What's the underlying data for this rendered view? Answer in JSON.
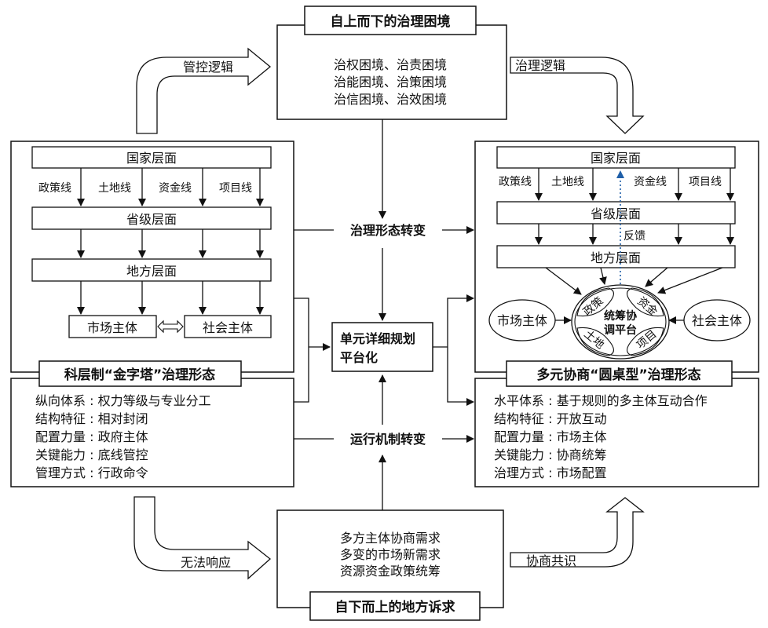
{
  "top_box": {
    "title": "自上而下的治理困境",
    "lines": [
      "治权困境、治责困境",
      "治能困境、治策困境",
      "治信困境、治效困境"
    ]
  },
  "bottom_box": {
    "title": "自下而上的地方诉求",
    "lines": [
      "多方主体协商需求",
      "多变的市场新需求",
      "资源资金政策统筹"
    ]
  },
  "arrows": {
    "control_logic": "管控逻辑",
    "governance_logic": "治理逻辑",
    "no_response": "无法响应",
    "consensus": "协商共识"
  },
  "center": {
    "form_change": "治理形态转变",
    "mechanism_change": "运行机制转变",
    "platform_line1": "单元详细规划",
    "platform_line2": "平台化"
  },
  "left_panel": {
    "national": "国家层面",
    "provincial": "省级层面",
    "local": "地方层面",
    "lines": [
      "政策线",
      "土地线",
      "资金线",
      "项目线"
    ],
    "market": "市场主体",
    "society": "社会主体",
    "title": "科层制“金字塔”治理形态",
    "features": [
      {
        "key": "纵向体系",
        "value": "权力等级与专业分工"
      },
      {
        "key": "结构特征",
        "value": "相对封闭"
      },
      {
        "key": "配置力量",
        "value": "政府主体"
      },
      {
        "key": "关键能力",
        "value": "底线管控"
      },
      {
        "key": "管理方式",
        "value": "行政命令"
      }
    ]
  },
  "right_panel": {
    "national": "国家层面",
    "provincial": "省级层面",
    "local": "地方层面",
    "lines": [
      "政策线",
      "土地线",
      "资金线",
      "项目线"
    ],
    "feedback": "反馈",
    "market": "市场主体",
    "society": "社会主体",
    "platform_line1": "统筹协",
    "platform_line2": "调平台",
    "petals": [
      "政策",
      "资金",
      "土地",
      "项目"
    ],
    "title": "多元协商“圆桌型”治理形态",
    "features": [
      {
        "key": "水平体系",
        "value": "基于规则的多主体互动合作"
      },
      {
        "key": "结构特征",
        "value": "开放互动"
      },
      {
        "key": "配置力量",
        "value": "市场主体"
      },
      {
        "key": "关键能力",
        "value": "协商统筹"
      },
      {
        "key": "治理方式",
        "value": "市场配置"
      }
    ]
  },
  "colors": {
    "line": "#111111",
    "feedback": "#1f5fa8"
  }
}
